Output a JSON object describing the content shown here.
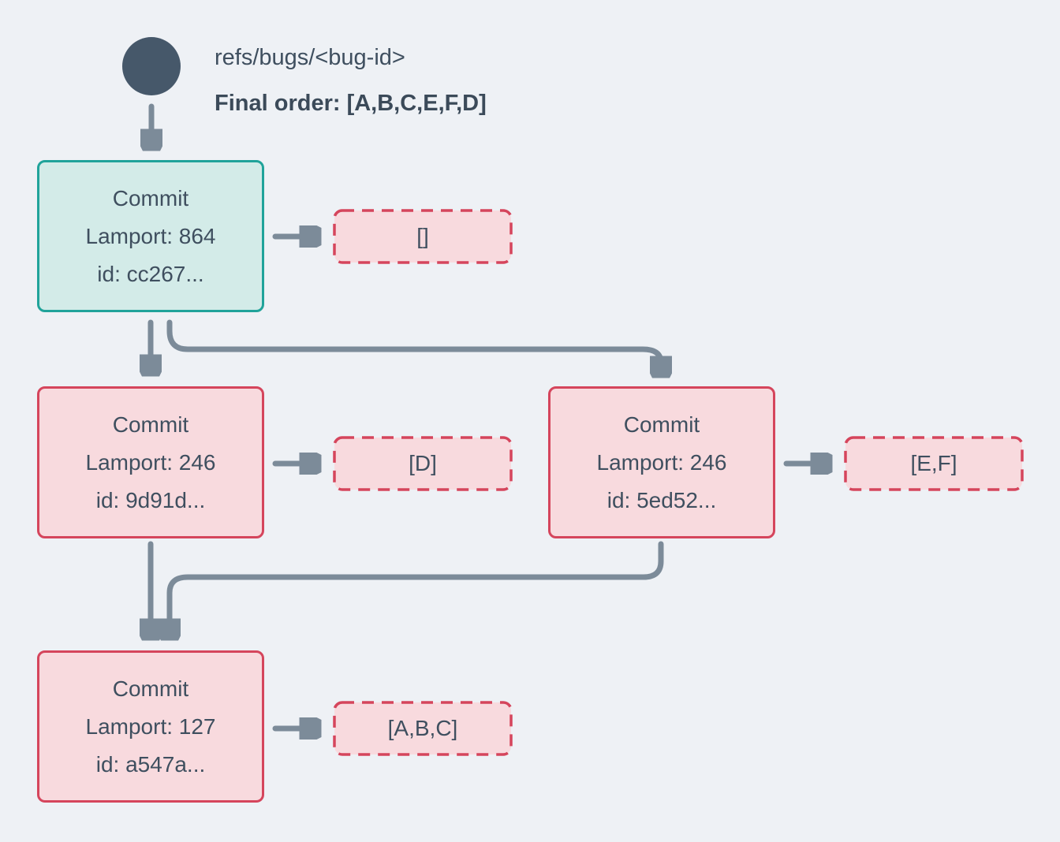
{
  "header": {
    "ref_name": "refs/bugs/<bug-id>",
    "final_order": "Final order: [A,B,C,E,F,D]"
  },
  "commits": [
    {
      "label": "Commit",
      "lamport": "Lamport: 864",
      "id": "id: cc267...",
      "operations": "[]"
    },
    {
      "label": "Commit",
      "lamport": "Lamport: 246",
      "id": "id: 9d91d...",
      "operations": "[D]"
    },
    {
      "label": "Commit",
      "lamport": "Lamport: 246",
      "id": "id: 5ed52...",
      "operations": "[E,F]"
    },
    {
      "label": "Commit",
      "lamport": "Lamport: 127",
      "id": "id: a547a...",
      "operations": "[A,B,C]"
    }
  ],
  "colors": {
    "background": "#eef1f5",
    "text": "#3f4f5f",
    "ref_node": "#46586a",
    "arrow": "#7c8b99",
    "head_commit_border": "#20a39a",
    "head_commit_fill": "#d3ebe8",
    "commit_border": "#d5455c",
    "commit_fill": "#f8dade"
  },
  "icons": {
    "ref_node": "filled-circle"
  }
}
